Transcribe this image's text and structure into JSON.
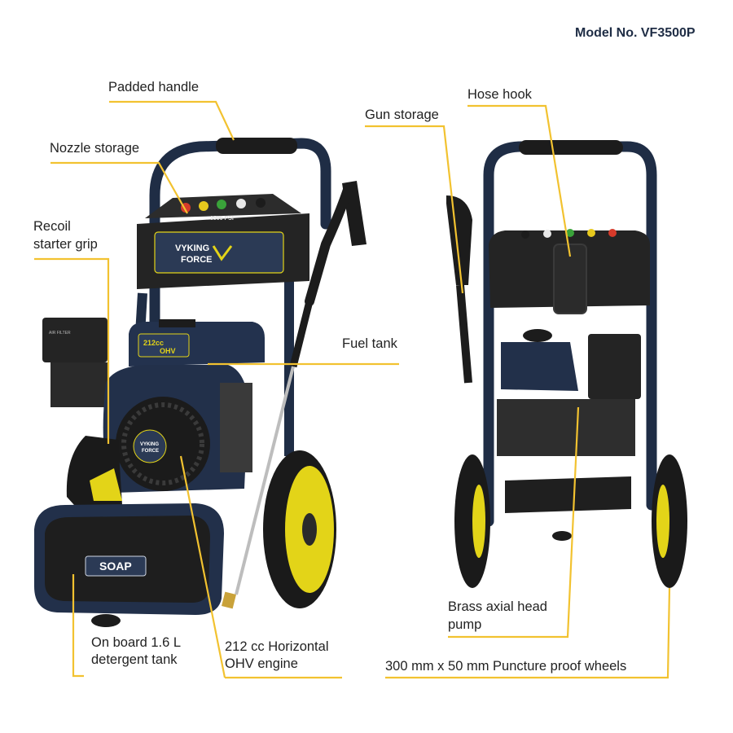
{
  "header": {
    "model_number": "Model No. VF3500P"
  },
  "brand": {
    "name_line1": "VYKING",
    "name_line2": "FORCE"
  },
  "product": {
    "pressure_label": "3500 PSI",
    "engine_badge_line1": "212cc",
    "engine_badge_line2": "OHV",
    "soap_label": "SOAP"
  },
  "labels": {
    "padded_handle": "Padded handle",
    "nozzle_storage": "Nozzle storage",
    "recoil_line1": "Recoil",
    "recoil_line2": "starter grip",
    "fuel_tank": "Fuel tank",
    "detergent_line1": "On board 1.6 L",
    "detergent_line2": "detergent tank",
    "engine_line1": "212 cc Horizontal",
    "engine_line2": "OHV engine",
    "gun_storage": "Gun storage",
    "hose_hook": "Hose hook",
    "pump_line1": "Brass axial head",
    "pump_line2": "pump",
    "wheels": "300 mm x 50 mm Puncture proof wheels"
  },
  "colors": {
    "leader": "#f2c230",
    "frame": "#1f2d45",
    "body": "#202020",
    "wheel_yellow": "#e3d418",
    "nozzle_red": "#d63a2a",
    "nozzle_yellow": "#e6c81d",
    "nozzle_green": "#3aa33a",
    "nozzle_white": "#e8e8e8",
    "nozzle_black": "#1c1c1c"
  },
  "icons": [
    "pressure-washer-front-view",
    "pressure-washer-rear-view"
  ]
}
